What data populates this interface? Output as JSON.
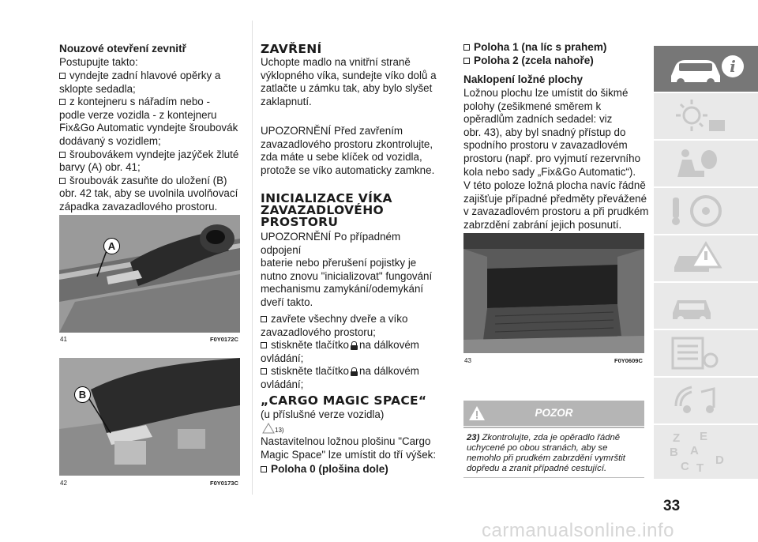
{
  "page_number": "33",
  "watermark": "carmanualsonline.info",
  "col1": {
    "heading": "Nouzové otevření zevnitř",
    "intro": "Postupujte takto:",
    "steps": [
      "vyndejte zadní hlavové opěrky a",
      "sklopte sedadla;",
      "z kontejneru s nářadím nebo -",
      "podle verze vozidla - z kontejneru",
      "Fix&Go Automatic vyndejte šroubovák",
      "dodávaný s vozidlem;",
      "šroubovákem vyndejte jazýček žluté",
      "barvy (A) obr. 41;",
      "šroubovák zasuňte do uložení (B)",
      "obr. 42 tak, aby se uvolnila uvolňovací",
      "západka zavazadlového prostoru."
    ],
    "fig41": {
      "number": "41",
      "code": "F0Y0172C",
      "label": "A"
    },
    "fig42": {
      "number": "42",
      "code": "F0Y0173C",
      "label": "B"
    }
  },
  "col2": {
    "close_heading": "ZAVŘENÍ",
    "close_lines": [
      "Uchopte madlo na vnitřní straně",
      "výklopného víka, sundejte víko dolů a",
      "zatlačte u zámku tak, aby bylo slyšet",
      "zaklapnutí."
    ],
    "warn1_lines": [
      "UPOZORNĚNÍ Před zavřením",
      "zavazadlového prostoru zkontrolujte,",
      "zda máte u sebe klíček od vozidla,",
      "protože se víko automaticky zamkne."
    ],
    "init_heading": [
      "INICIALIZACE VÍKA",
      "ZAVAZADLOVÉHO",
      "PROSTORU"
    ],
    "warn2_lines": [
      "UPOZORNĚNÍ Po případném odpojení",
      "baterie nebo přerušení pojistky je",
      "nutno znovu \"inicializovat\" fungování",
      "mechanismu zamykání/odemykání",
      "dveří takto."
    ],
    "b1": "zavřete všechny dveře a víko",
    "b1b": "zavazadlového prostoru;",
    "b2a": "stiskněte tlačítko",
    "b2b": "na dálkovém",
    "b2c": "ovládání;",
    "b3a": "stiskněte tlačítko",
    "b3b": "na dálkovém",
    "b3c": "ovládání;",
    "cms_heading": "„CARGO MAGIC SPACE“",
    "cms_sub": "(u příslušné verze vozidla)",
    "cms_ref": "13)",
    "cms_lines": [
      "Nastavitelnou ložnou plošinu \"Cargo",
      "Magic Space\" lze umístit do tří výšek:"
    ],
    "pos0": "Poloha 0 (plošina dole)"
  },
  "col3": {
    "pos1": "Poloha 1 (na líc s prahem)",
    "pos2": "Poloha 2 (zcela nahoře)",
    "tilt_heading": "Naklopení ložné plochy",
    "tilt_lines": [
      "Ložnou plochu lze umístit do šikmé",
      "polohy (zešikmené směrem k",
      "opěradlům zadních sedadel: viz",
      "obr. 43), aby byl snadný přístup do",
      "spodního prostoru v zavazadlovém",
      "prostoru (např. pro vyjmutí rezervního",
      "kola nebo sady „Fix&Go Automatic“)."
    ],
    "pos_lines": [
      "V této poloze ložná plocha navíc řádně",
      "zajišťuje případné předměty převážené",
      "v zavazadlovém prostoru a při prudkém",
      "zabrzdění zabrání jejich posunutí."
    ],
    "fig43": {
      "number": "43",
      "code": "F0Y0609C"
    },
    "caution_title": "POZOR",
    "caution_num": "23)",
    "caution_lines": [
      "Zkontrolujte, zda je opěradlo řádně",
      "uchycené po obou stranách, aby se",
      "nemohlo při prudkém zabrzdění vymrštit",
      "dopředu a zranit případné cestující."
    ]
  },
  "side_tabs": [
    {
      "icon": "car-info-icon"
    },
    {
      "icon": "dashboard-lights-icon"
    },
    {
      "icon": "airbag-seat-icon"
    },
    {
      "icon": "steering-wheel-key-icon"
    },
    {
      "icon": "warning-car-icon"
    },
    {
      "icon": "car-service-icon"
    },
    {
      "icon": "technical-data-icon"
    },
    {
      "icon": "multimedia-icon"
    },
    {
      "icon": "index-icon",
      "letters": [
        "Z",
        "E",
        "B",
        "A",
        "C",
        "D",
        "T"
      ]
    }
  ],
  "colors": {
    "tab_active": "#777777",
    "tab_inactive": "#e9e9e9",
    "caution_bar": "#b5b5b5"
  }
}
